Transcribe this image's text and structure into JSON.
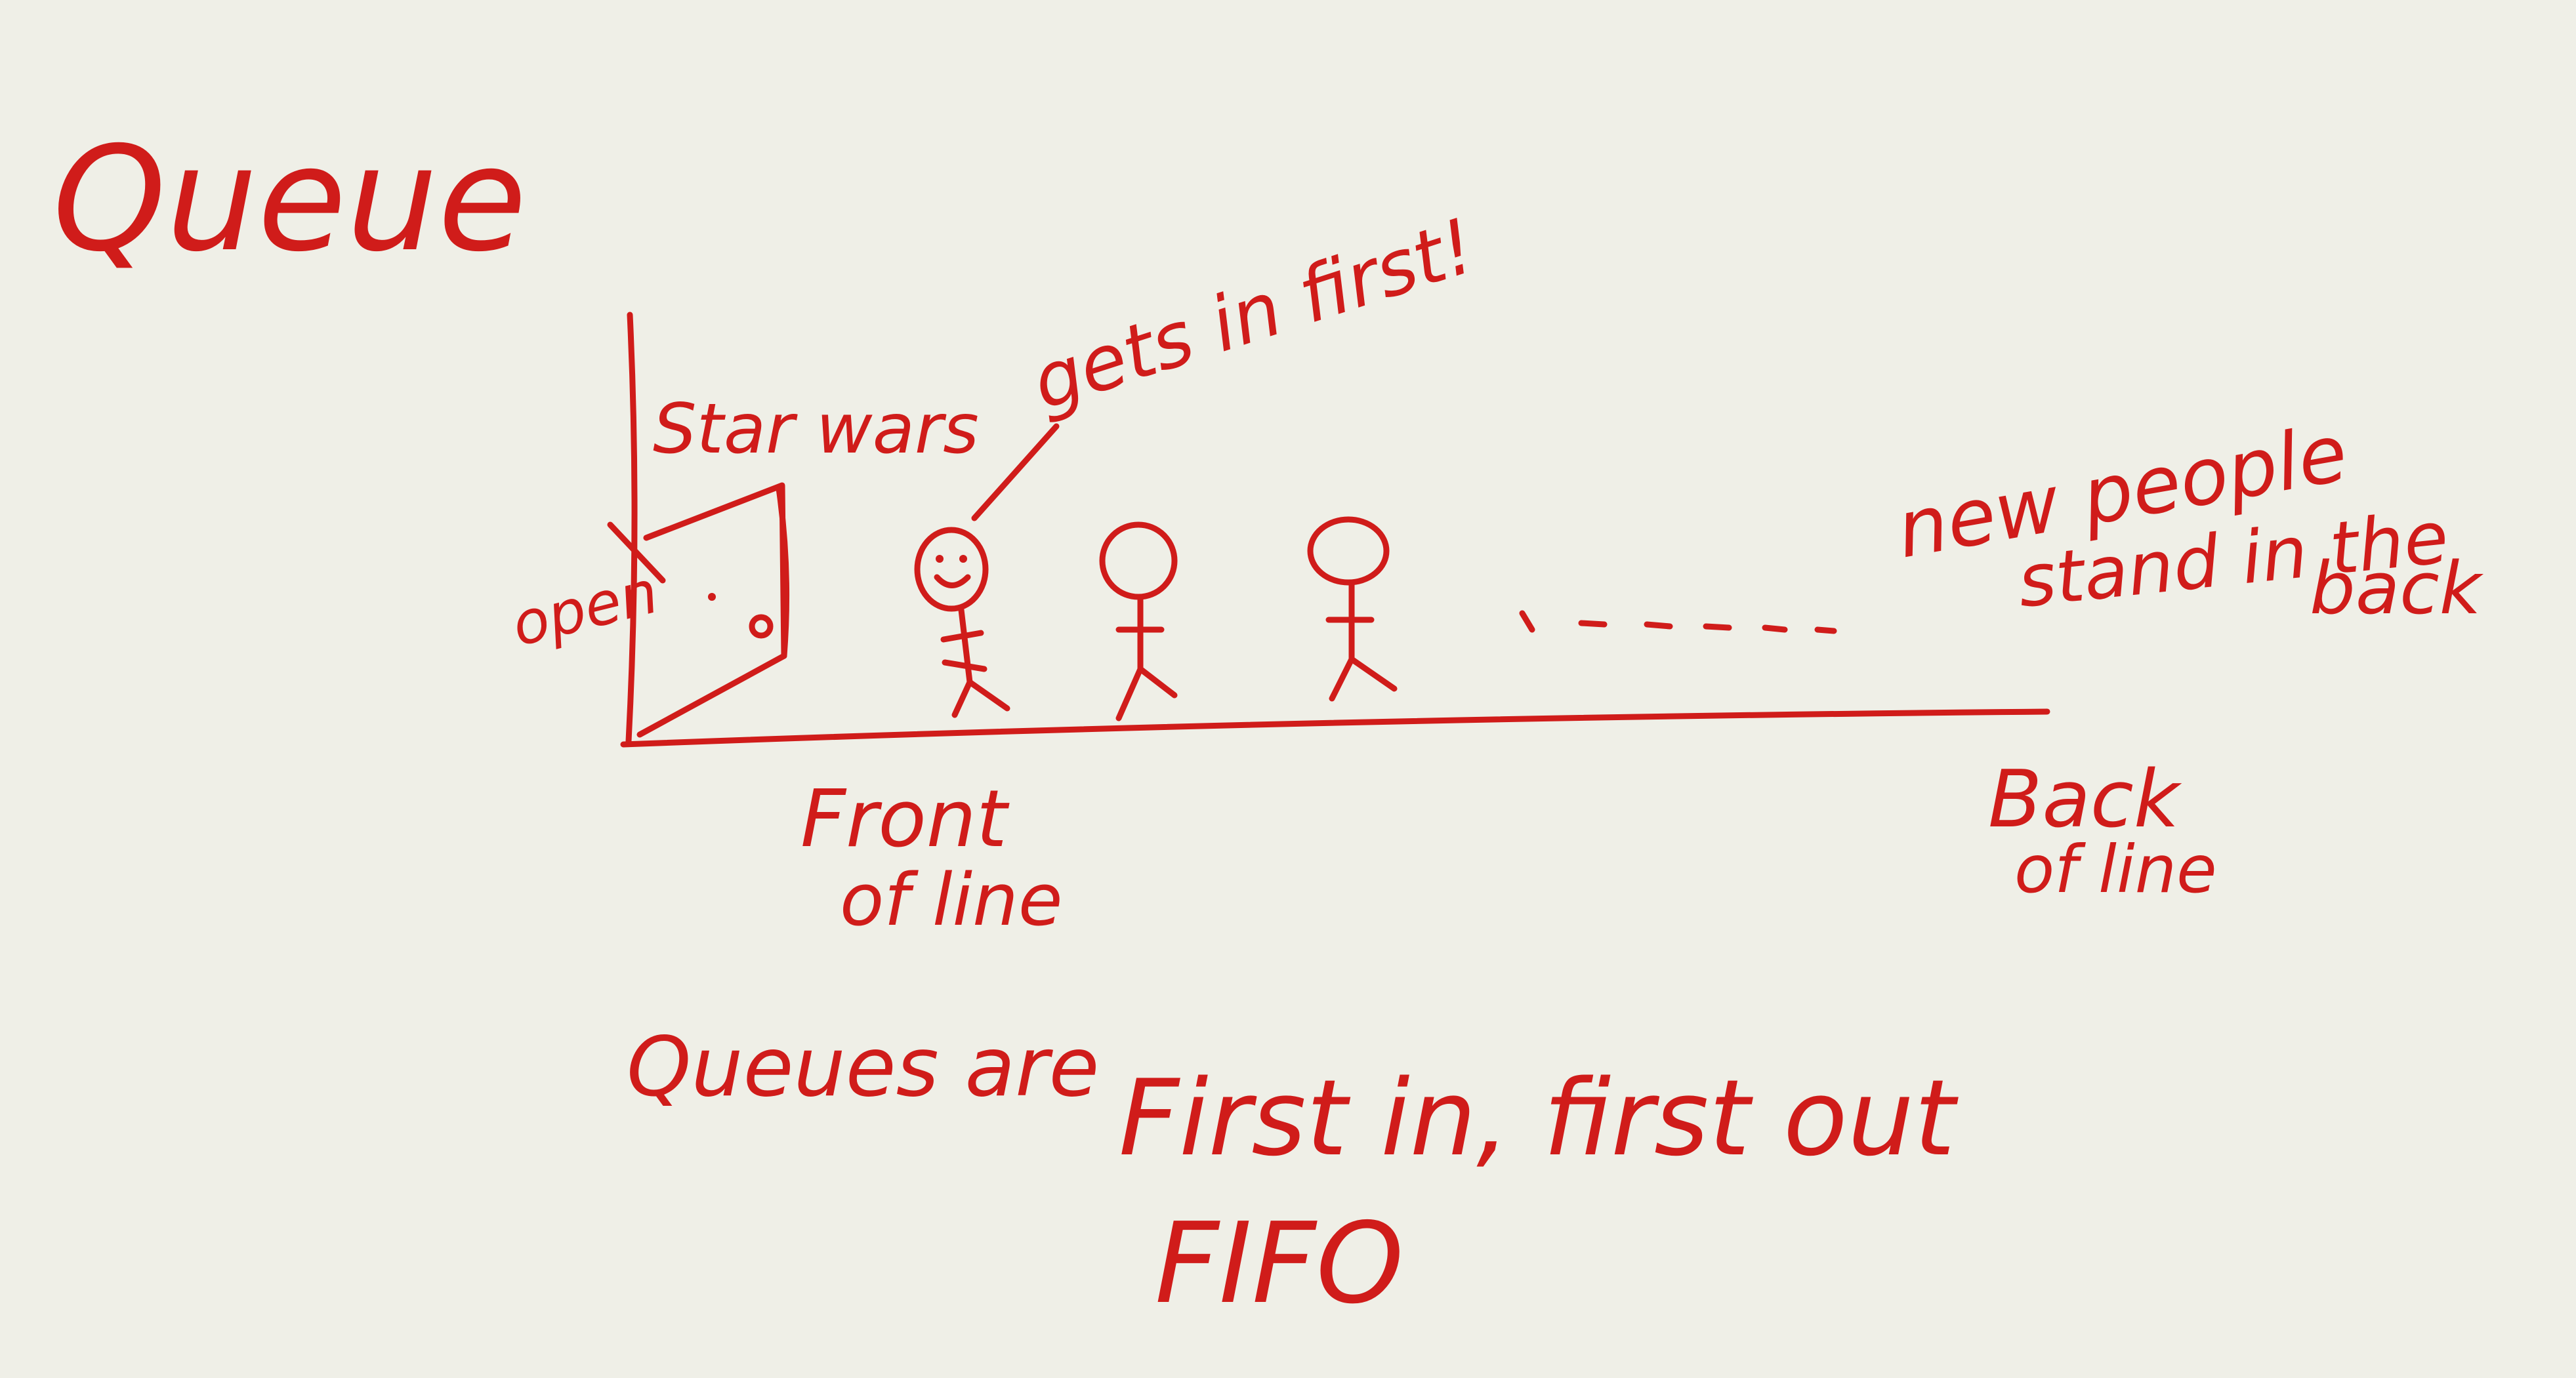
{
  "note": {
    "title": "Queue",
    "theater_label": "Star wars",
    "door_label": "open",
    "first_person_note": "gets in first!",
    "new_people_note": [
      "new people",
      "stand in the",
      "back"
    ],
    "front_label": [
      "Front",
      "of line"
    ],
    "back_label": [
      "Back",
      "of line"
    ],
    "summary_line1": "Queues are",
    "summary_line2": "First in, first out",
    "acronym": "FIFO"
  },
  "colors": {
    "ink": "#d01c1a",
    "paper": "#efefe7"
  }
}
